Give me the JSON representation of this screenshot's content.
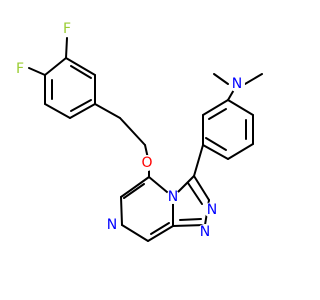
{
  "molecule": {
    "element_colors": {
      "F": "#9ACD32",
      "O": "#FF0000",
      "N": "#0000FF"
    },
    "atoms": [
      {
        "id": "F1",
        "label": "F",
        "element": "F"
      },
      {
        "id": "F2",
        "label": "F",
        "element": "F"
      },
      {
        "id": "O",
        "label": "O",
        "element": "O"
      },
      {
        "id": "Nme",
        "label": "N",
        "element": "N"
      },
      {
        "id": "N4",
        "label": "N",
        "element": "N"
      },
      {
        "id": "N7",
        "label": "N",
        "element": "N"
      },
      {
        "id": "N2",
        "label": "N",
        "element": "N"
      },
      {
        "id": "N1",
        "label": "N",
        "element": "N"
      }
    ]
  }
}
